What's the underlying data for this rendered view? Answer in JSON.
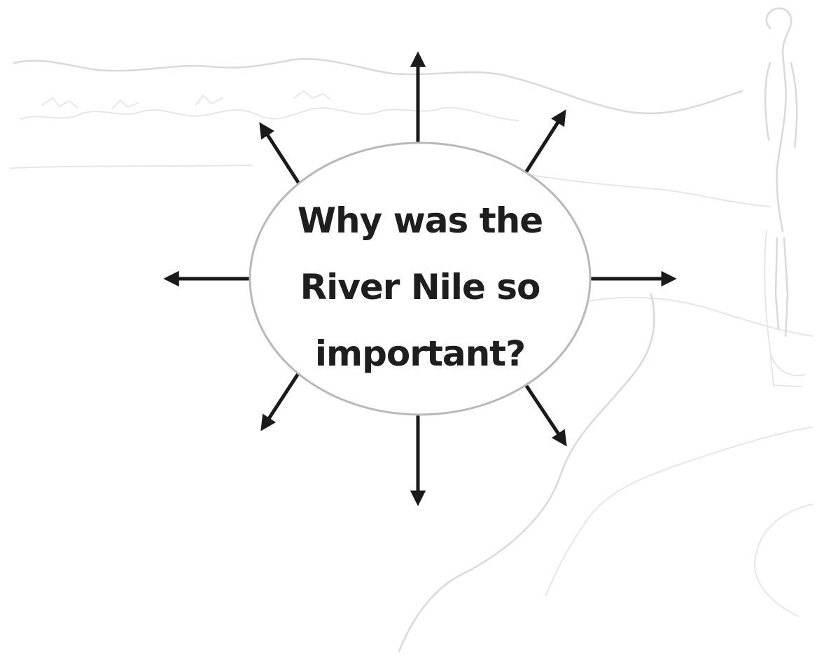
{
  "diagram": {
    "type": "spider-diagram",
    "center_question_lines": [
      "Why was the",
      "River Nile so",
      "important?"
    ],
    "spoke_count": 8,
    "colors": {
      "arrows": "#1a1a1a",
      "ellipse_outline": "#b8b8b8",
      "background_sketch": "#d9d9d9",
      "text": "#1e1e1e"
    },
    "background_illustration": "faint-landscape-sketch"
  }
}
